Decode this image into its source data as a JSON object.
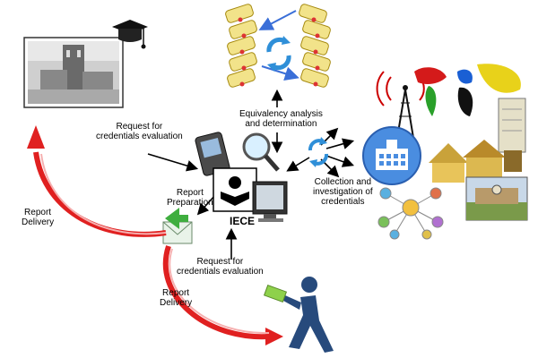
{
  "diagram": {
    "center_label": "IECE",
    "labels": {
      "request_from_institution": [
        "Request for",
        "credentials evaluation"
      ],
      "equivalency": [
        "Equivalency analysis",
        "and determination"
      ],
      "collection": [
        "Collection and",
        "investigation of",
        "credentials"
      ],
      "report_preparation": [
        "Report",
        "Preparation"
      ],
      "report_delivery_left": [
        "Report",
        "Delivery"
      ],
      "request_from_person": [
        "Request for",
        "credentials evaluation"
      ],
      "report_delivery_bottom": [
        "Report",
        "Delivery"
      ]
    },
    "icons": [
      "university-building-image",
      "graduation-cap-icon",
      "diploma-scroll-icon",
      "refresh-cycle-icon",
      "magnifier-icon",
      "pda-phone-icon",
      "person-reading-icon",
      "computer-monitor-icon",
      "envelope-icon",
      "walking-person-icon",
      "radio-tower-icon",
      "world-map-icon",
      "server-icon",
      "school-building-icon",
      "network-diagram-icon",
      "village-image",
      "campus-photo-image"
    ],
    "colors": {
      "red_arrow": "#e02020",
      "blue_arrow": "#3a6fd8",
      "person": "#274a7c",
      "school_badge": "#4a8de0"
    }
  }
}
